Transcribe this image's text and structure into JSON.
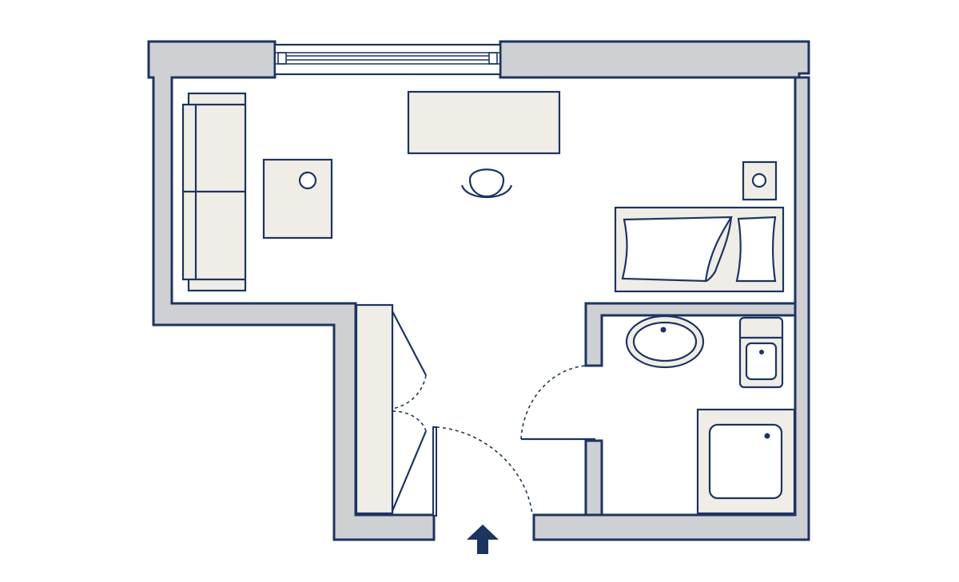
{
  "diagram": {
    "type": "floor-plan",
    "colors": {
      "outline": "#1d3461",
      "wall_fill": "#cfd0d4",
      "furniture_fill": "#efede6",
      "background": "#ffffff"
    },
    "elements": [
      "window",
      "sofa",
      "side-table",
      "desk",
      "desk-chair",
      "nightstand",
      "bed",
      "wardrobe",
      "entrance-door",
      "bathroom-door",
      "washbasin",
      "toilet",
      "shower-tray",
      "entrance-arrow-icon"
    ]
  }
}
